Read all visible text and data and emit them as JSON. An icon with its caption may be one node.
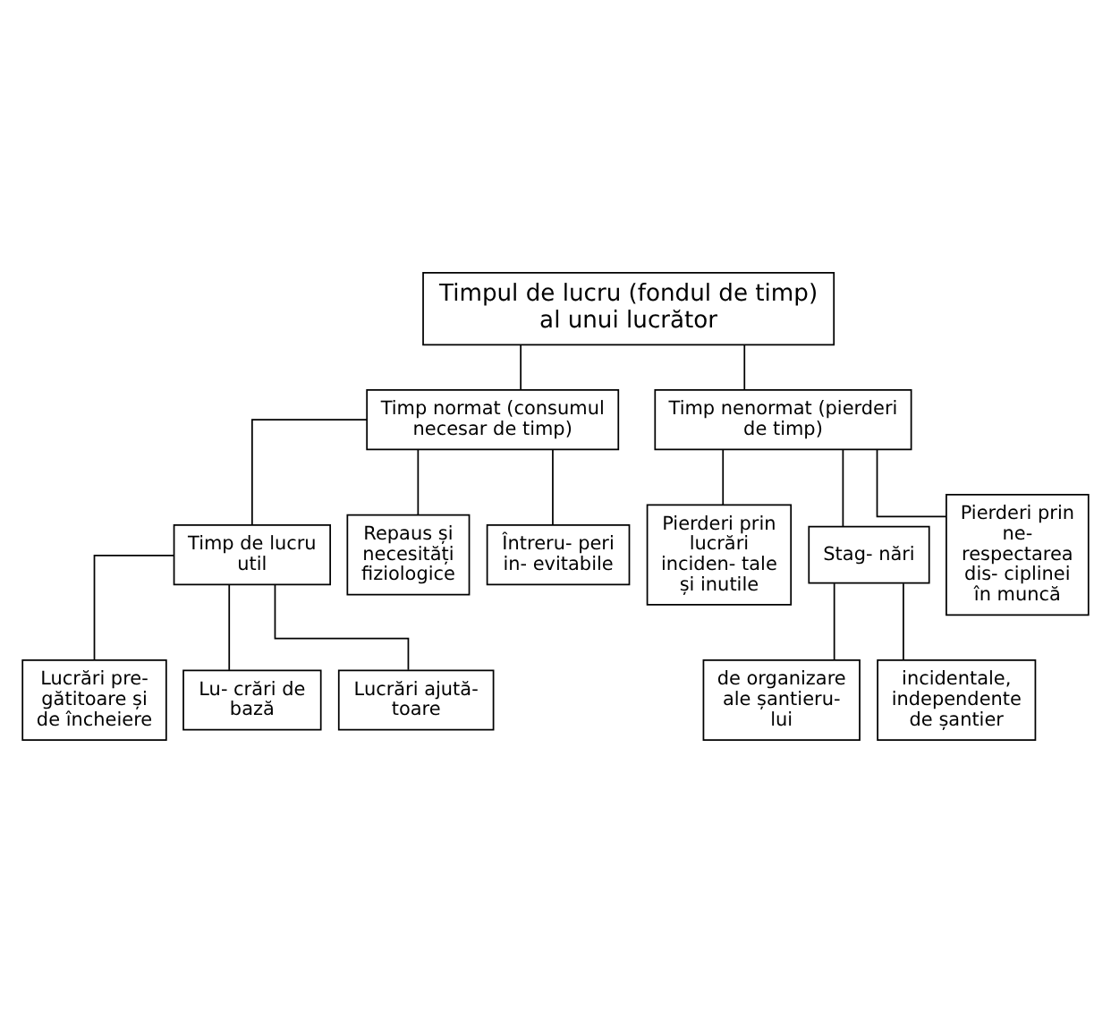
{
  "diagram": {
    "nodes": [
      {
        "text": [
          "Timpul de lucru (fondul de timp) al unui lucrător"
        ]
      },
      {
        "text": [
          "Timp normat (consumul necesar de timp)"
        ]
      },
      {
        "text": [
          "Timp nenormat (pierderi de timp)"
        ]
      },
      {
        "text": [
          "Timp de lucru util"
        ]
      },
      {
        "text": [
          "Repaus și necesități fiziologice"
        ]
      },
      {
        "text": [
          "Întreru- peri in- evitabile"
        ]
      },
      {
        "text": [
          "Lucrări pre- gătitoare și de încheiere"
        ]
      },
      {
        "text": [
          "Lu- crări de bază"
        ]
      },
      {
        "text": [
          "Lucrări ajută- toare"
        ]
      },
      {
        "text": [
          "Pierderi prin lucrări inciden- tale și inutile"
        ]
      },
      {
        "text": [
          "Stag- nări"
        ]
      },
      {
        "text": [
          "Pierderi prin ne- respectarea dis- ciplinei în muncă"
        ]
      },
      {
        "text": [
          "de organizare ale șantieru- lui"
        ]
      },
      {
        "text": [
          "incidentale, independente de șantier"
        ]
      }
    ],
    "edges": [
      {
        "from": 0,
        "to": 1,
        "arrow": "none"
      },
      {
        "from": 0,
        "to": 2,
        "arrow": "none"
      },
      {
        "from": 1,
        "to": 3,
        "arrow": "none"
      },
      {
        "from": 1,
        "to": 4,
        "arrow": "none"
      },
      {
        "from": 1,
        "to": 5,
        "arrow": "none"
      },
      {
        "from": 3,
        "to": 6,
        "arrow": "none"
      },
      {
        "from": 3,
        "to": 7,
        "arrow": "none"
      },
      {
        "from": 3,
        "to": 8,
        "arrow": "none"
      },
      {
        "from": 2,
        "to": 9,
        "arrow": "none"
      },
      {
        "from": 2,
        "to": 10,
        "arrow": "none"
      },
      {
        "from": 2,
        "to": 11,
        "arrow": "none"
      },
      {
        "from": 10,
        "to": 12,
        "arrow": "none"
      },
      {
        "from": 10,
        "to": 13,
        "arrow": "none"
      }
    ]
  }
}
